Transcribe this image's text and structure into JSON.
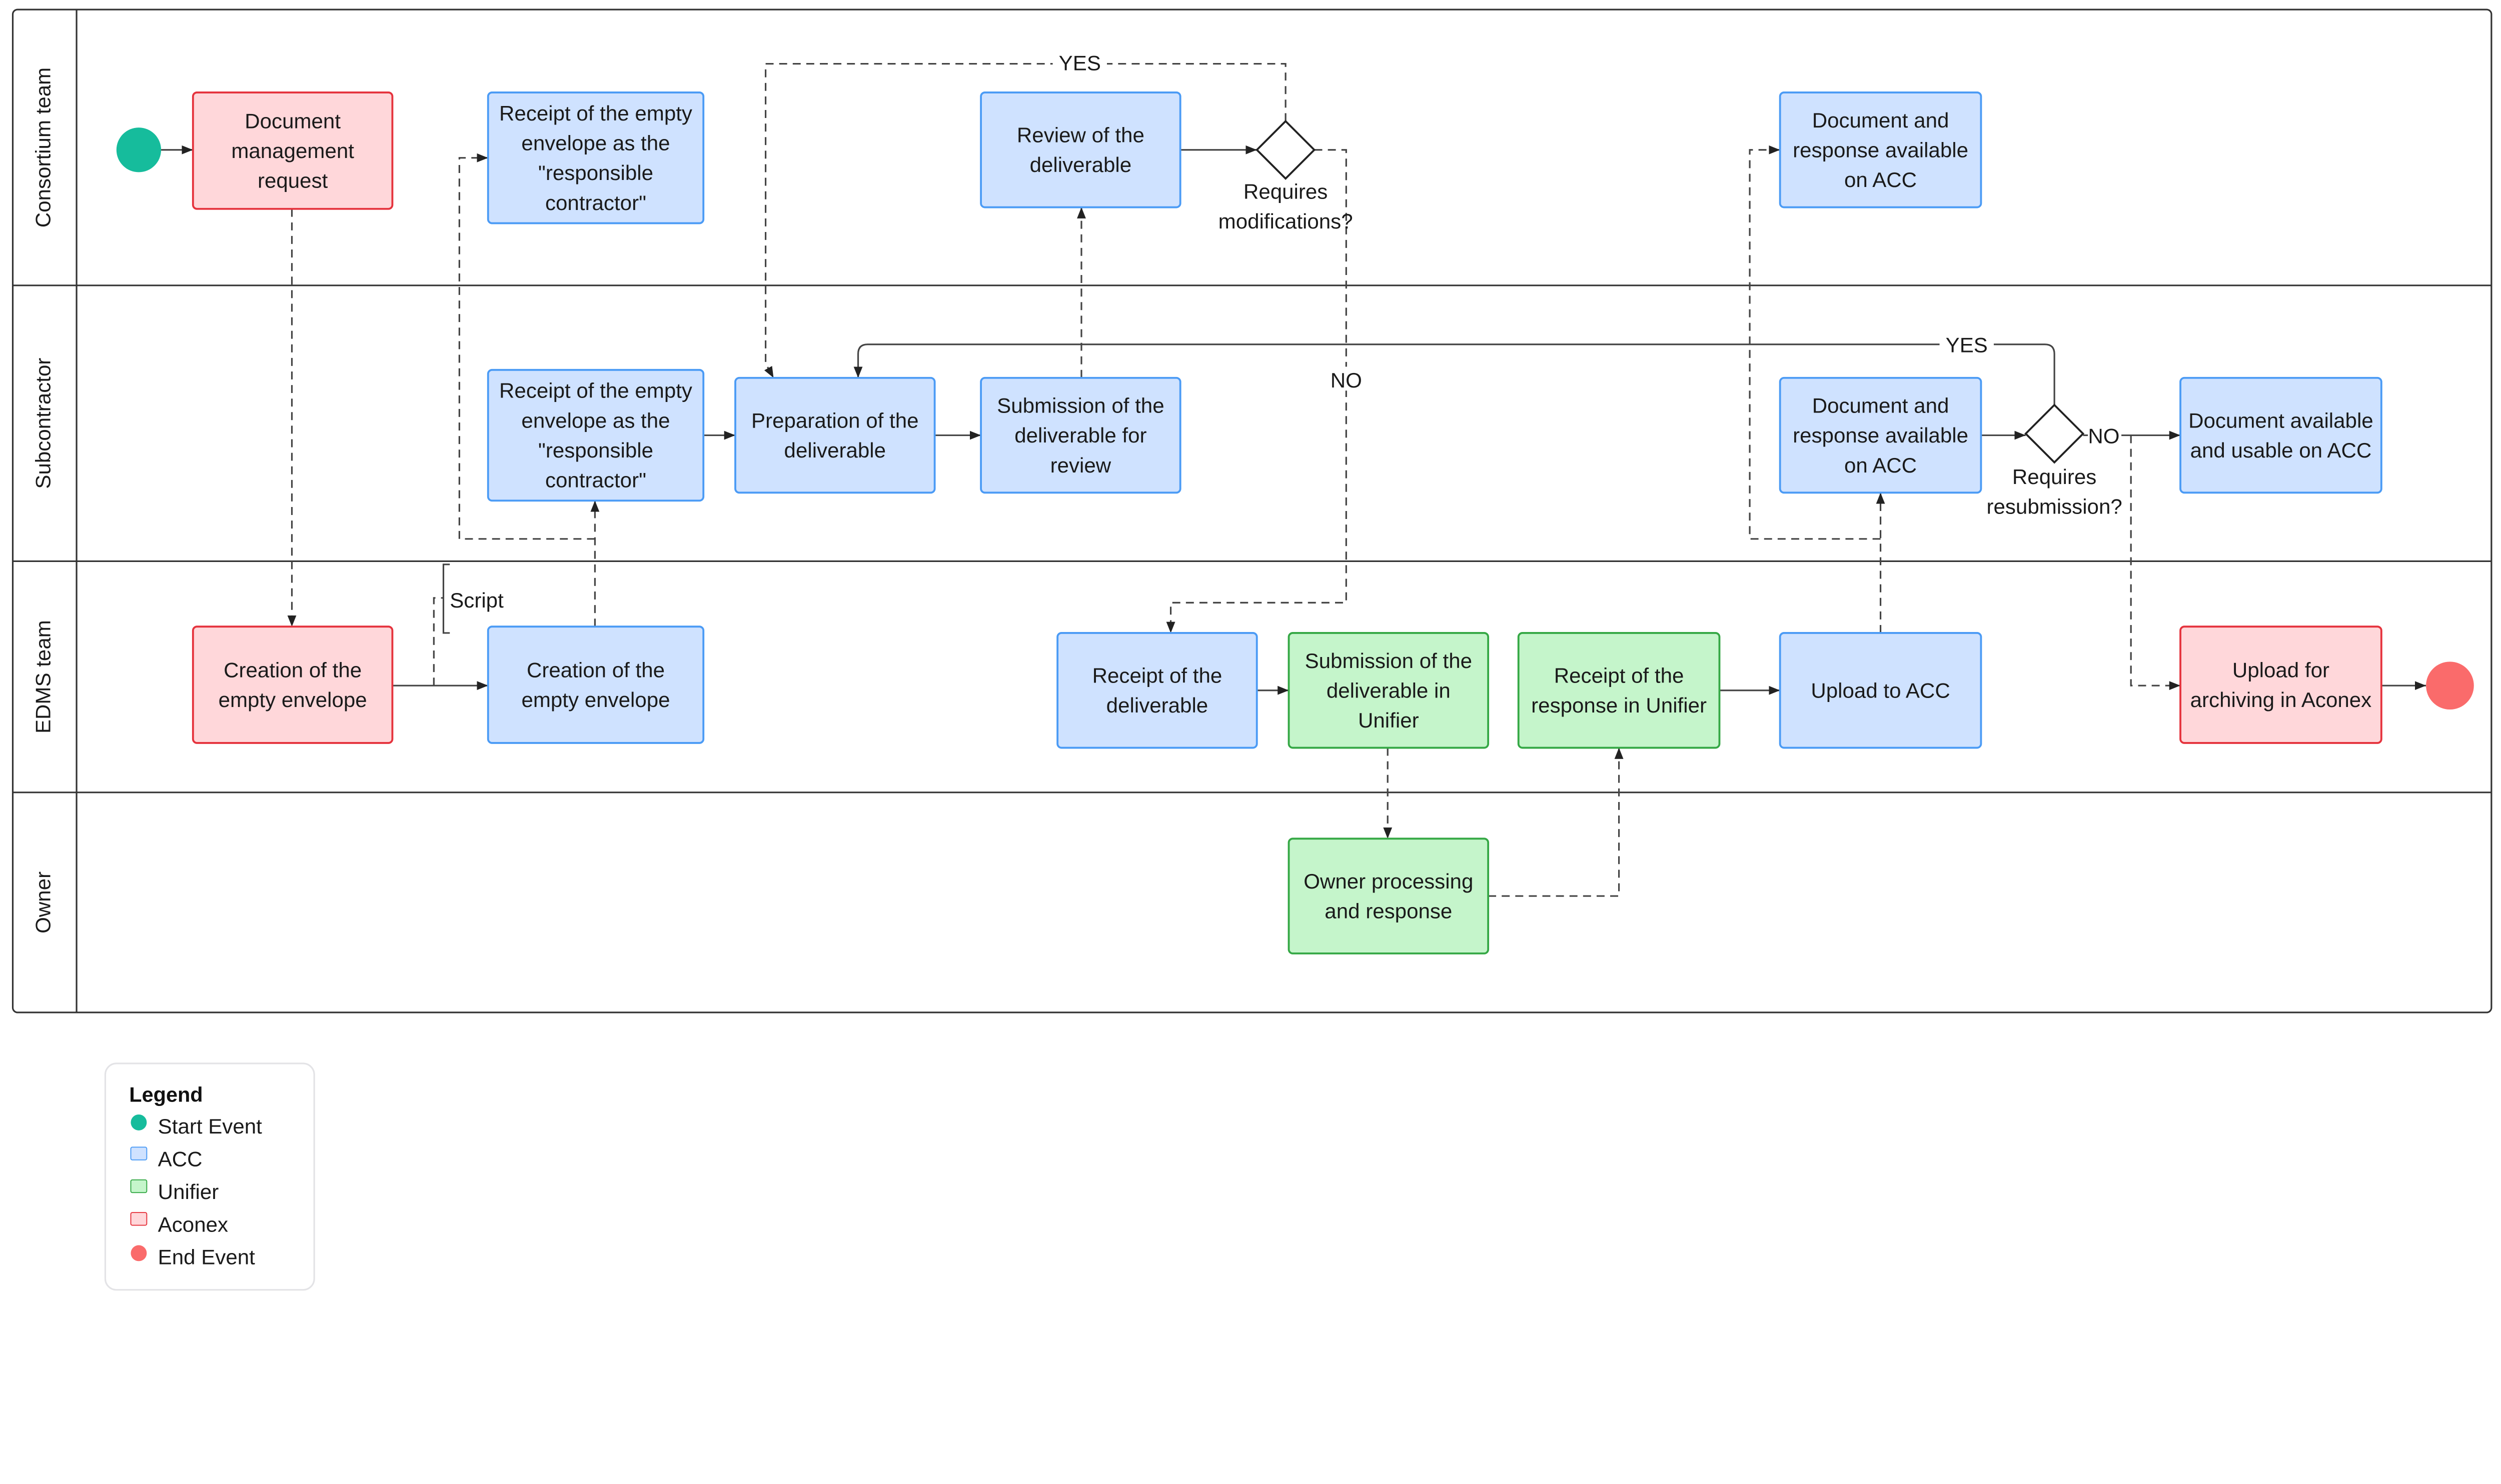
{
  "colors": {
    "acc_fill": "#cfe2ff",
    "acc_stroke": "#4b9bf5",
    "unifier_fill": "#c5f5cb",
    "unifier_stroke": "#35a845",
    "aconex_fill": "#ffd7da",
    "aconex_stroke": "#e5333d",
    "start": "#16bc9c",
    "end": "#fa6b6b"
  },
  "lanes": [
    "Consortium team",
    "Subcontractor",
    "EDMS team",
    "Owner"
  ],
  "nodes": [
    {
      "id": "doc-request",
      "type": "aconex",
      "lines": [
        "Document",
        "management",
        "request"
      ]
    },
    {
      "id": "receipt-envelope-consortium",
      "type": "acc",
      "lines": [
        "Receipt of the empty",
        "envelope as the",
        "\"responsible",
        "contractor\""
      ]
    },
    {
      "id": "review-deliverable",
      "type": "acc",
      "lines": [
        "Review of the",
        "deliverable"
      ]
    },
    {
      "id": "doc-available-consortium",
      "type": "acc",
      "lines": [
        "Document and",
        "response available",
        "on ACC"
      ]
    },
    {
      "id": "receipt-envelope-sub",
      "type": "acc",
      "lines": [
        "Receipt of the empty",
        "envelope as the",
        "\"responsible",
        "contractor\""
      ]
    },
    {
      "id": "preparation-deliverable",
      "type": "acc",
      "lines": [
        "Preparation of the",
        "deliverable"
      ]
    },
    {
      "id": "submission-review",
      "type": "acc",
      "lines": [
        "Submission of the",
        "deliverable for",
        "review"
      ]
    },
    {
      "id": "doc-available-sub",
      "type": "acc",
      "lines": [
        "Document and",
        "response available",
        "on ACC"
      ]
    },
    {
      "id": "doc-usable",
      "type": "acc",
      "lines": [
        "Document available",
        "and usable on ACC"
      ]
    },
    {
      "id": "creation-envelope-aconex",
      "type": "aconex",
      "lines": [
        "Creation of the",
        "empty envelope"
      ]
    },
    {
      "id": "creation-envelope-acc",
      "type": "acc",
      "lines": [
        "Creation of the",
        "empty envelope"
      ]
    },
    {
      "id": "receipt-deliverable",
      "type": "acc",
      "lines": [
        "Receipt of the",
        "deliverable"
      ]
    },
    {
      "id": "submission-unifier",
      "type": "unifier",
      "lines": [
        "Submission of the",
        "deliverable in",
        "Unifier"
      ]
    },
    {
      "id": "receipt-response-unifier",
      "type": "unifier",
      "lines": [
        "Receipt of the",
        "response in Unifier"
      ]
    },
    {
      "id": "upload-acc",
      "type": "acc",
      "lines": [
        "Upload to ACC"
      ]
    },
    {
      "id": "upload-aconex",
      "type": "aconex",
      "lines": [
        "Upload for",
        "archiving in Aconex"
      ]
    },
    {
      "id": "owner-processing",
      "type": "unifier",
      "lines": [
        "Owner processing",
        "and response"
      ]
    }
  ],
  "gateways": [
    {
      "id": "requires-modifications",
      "lines": [
        "Requires",
        "modifications?"
      ]
    },
    {
      "id": "requires-resubmission",
      "lines": [
        "Requires",
        "resubmission?"
      ]
    }
  ],
  "edge_labels": {
    "yes_top": "YES",
    "no_mid": "NO",
    "yes_sub": "YES",
    "no_sub": "NO",
    "script": "Script"
  },
  "legend": {
    "title": "Legend",
    "items": [
      {
        "label": "Start Event",
        "kind": "start"
      },
      {
        "label": "ACC",
        "kind": "acc"
      },
      {
        "label": "Unifier",
        "kind": "unifier"
      },
      {
        "label": "Aconex",
        "kind": "aconex"
      },
      {
        "label": "End Event",
        "kind": "end"
      }
    ]
  }
}
